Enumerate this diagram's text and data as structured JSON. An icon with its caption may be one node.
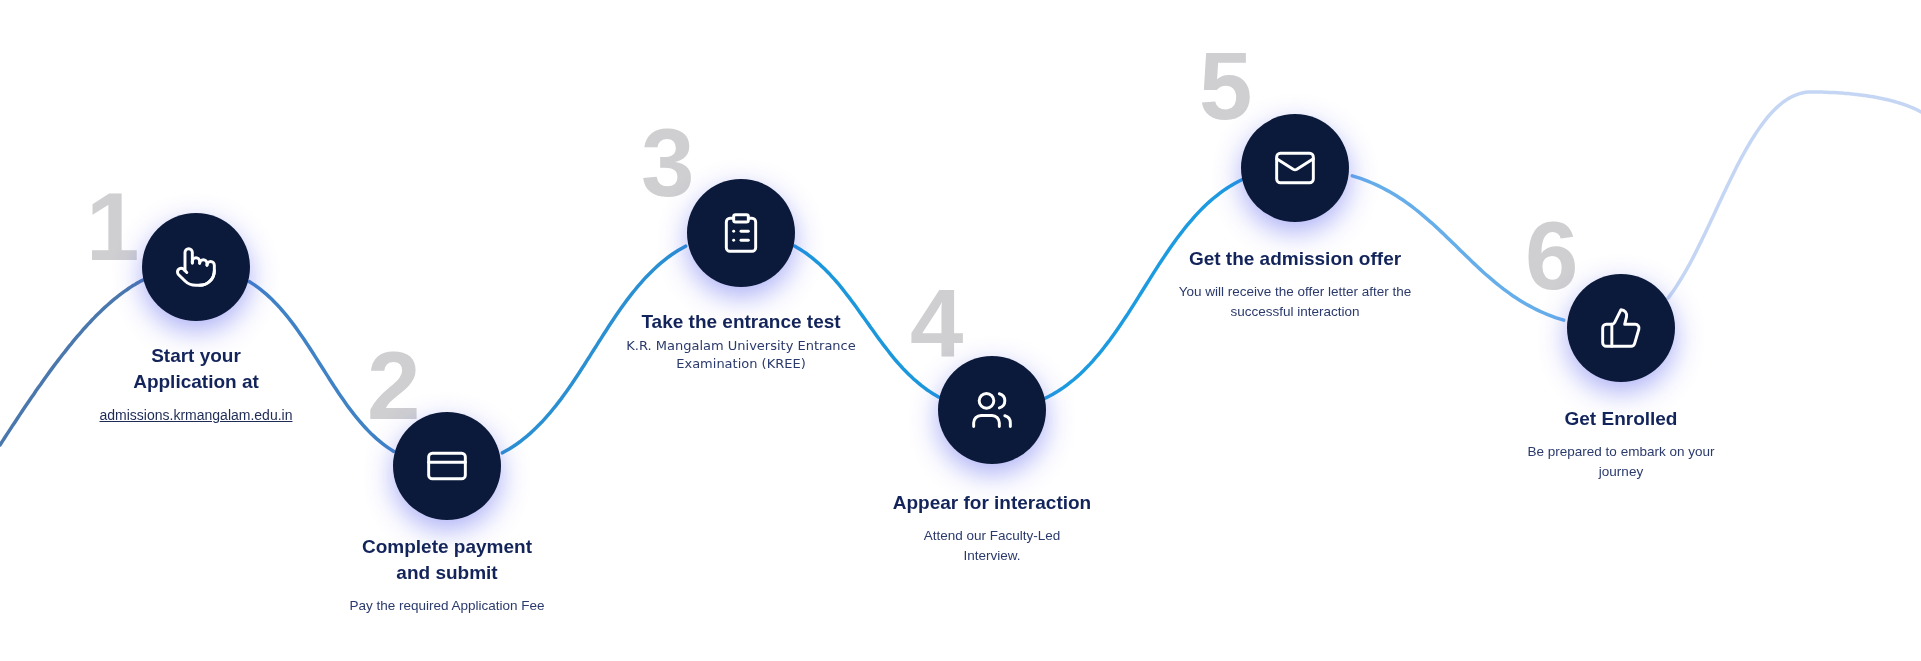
{
  "diagram": {
    "nodes": [
      {
        "text": [
          "Start your Application at",
          "admissions.krmangalam.edu.in"
        ],
        "beside": [
          "1"
        ]
      },
      {
        "text": [
          "Complete payment and submit",
          "Pay the required Application Fee"
        ],
        "beside": [
          "2"
        ]
      },
      {
        "text": [
          "Take the entrance test",
          "K.R. Mangalam University Entrance Examination (KREE)"
        ],
        "beside": [
          "3"
        ]
      },
      {
        "text": [
          "Appear for interaction",
          "Attend our Faculty-Led Interview."
        ],
        "beside": [
          "4"
        ]
      },
      {
        "text": [
          "Get the admission offer",
          "You will receive the offer letter after the successful interaction"
        ],
        "beside": [
          "5"
        ]
      },
      {
        "text": [
          "Get Enrolled",
          "Be prepared to embark on your journey"
        ],
        "beside": [
          "6"
        ]
      }
    ],
    "edges": [
      {
        "from": null,
        "to": 0,
        "arrow": "none",
        "color": "#4a78ad"
      },
      {
        "from": 0,
        "to": 1,
        "arrow": "none",
        "color": "#3f82c6"
      },
      {
        "from": 1,
        "to": 2,
        "arrow": "none",
        "color": "#2a90d2"
      },
      {
        "from": 2,
        "to": 3,
        "arrow": "none",
        "color": "#1b98dc"
      },
      {
        "from": 3,
        "to": 4,
        "arrow": "none",
        "color": "#1d9be0"
      },
      {
        "from": 4,
        "to": 5,
        "arrow": "none",
        "color": "#66aeea"
      },
      {
        "from": 5,
        "to": null,
        "arrow": "none",
        "color": "#c4d6f3"
      }
    ]
  }
}
